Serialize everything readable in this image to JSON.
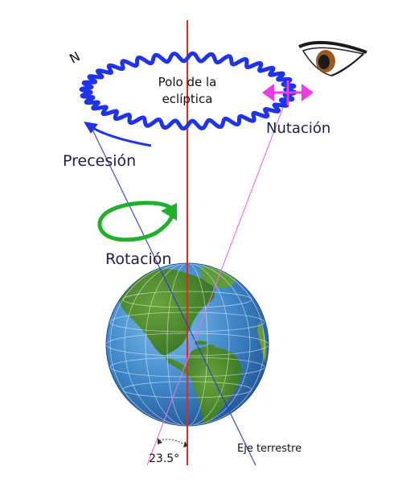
{
  "labels": {
    "north": "N",
    "pole_line1": "Polo de la",
    "pole_line2": "eclíptica",
    "nutation": "Nutación",
    "precession": "Precesión",
    "rotation": "Rotación",
    "axis": "Eje terrestre",
    "tilt_angle": "23.5°"
  },
  "colors": {
    "precession_ring": "#1f34e6",
    "ecliptic_axis": "#e8271b",
    "earth_axis": "#2b3bd6",
    "nutation_arrow": "#f03ce0",
    "sight_line": "#f06cd9",
    "rotation_arrow": "#20b02c",
    "ocean": "#3f86c8",
    "land": "#3f8a2e"
  },
  "icons": [
    "eye-icon",
    "double-arrow-icon",
    "curved-arrow-icon",
    "earth-globe"
  ]
}
